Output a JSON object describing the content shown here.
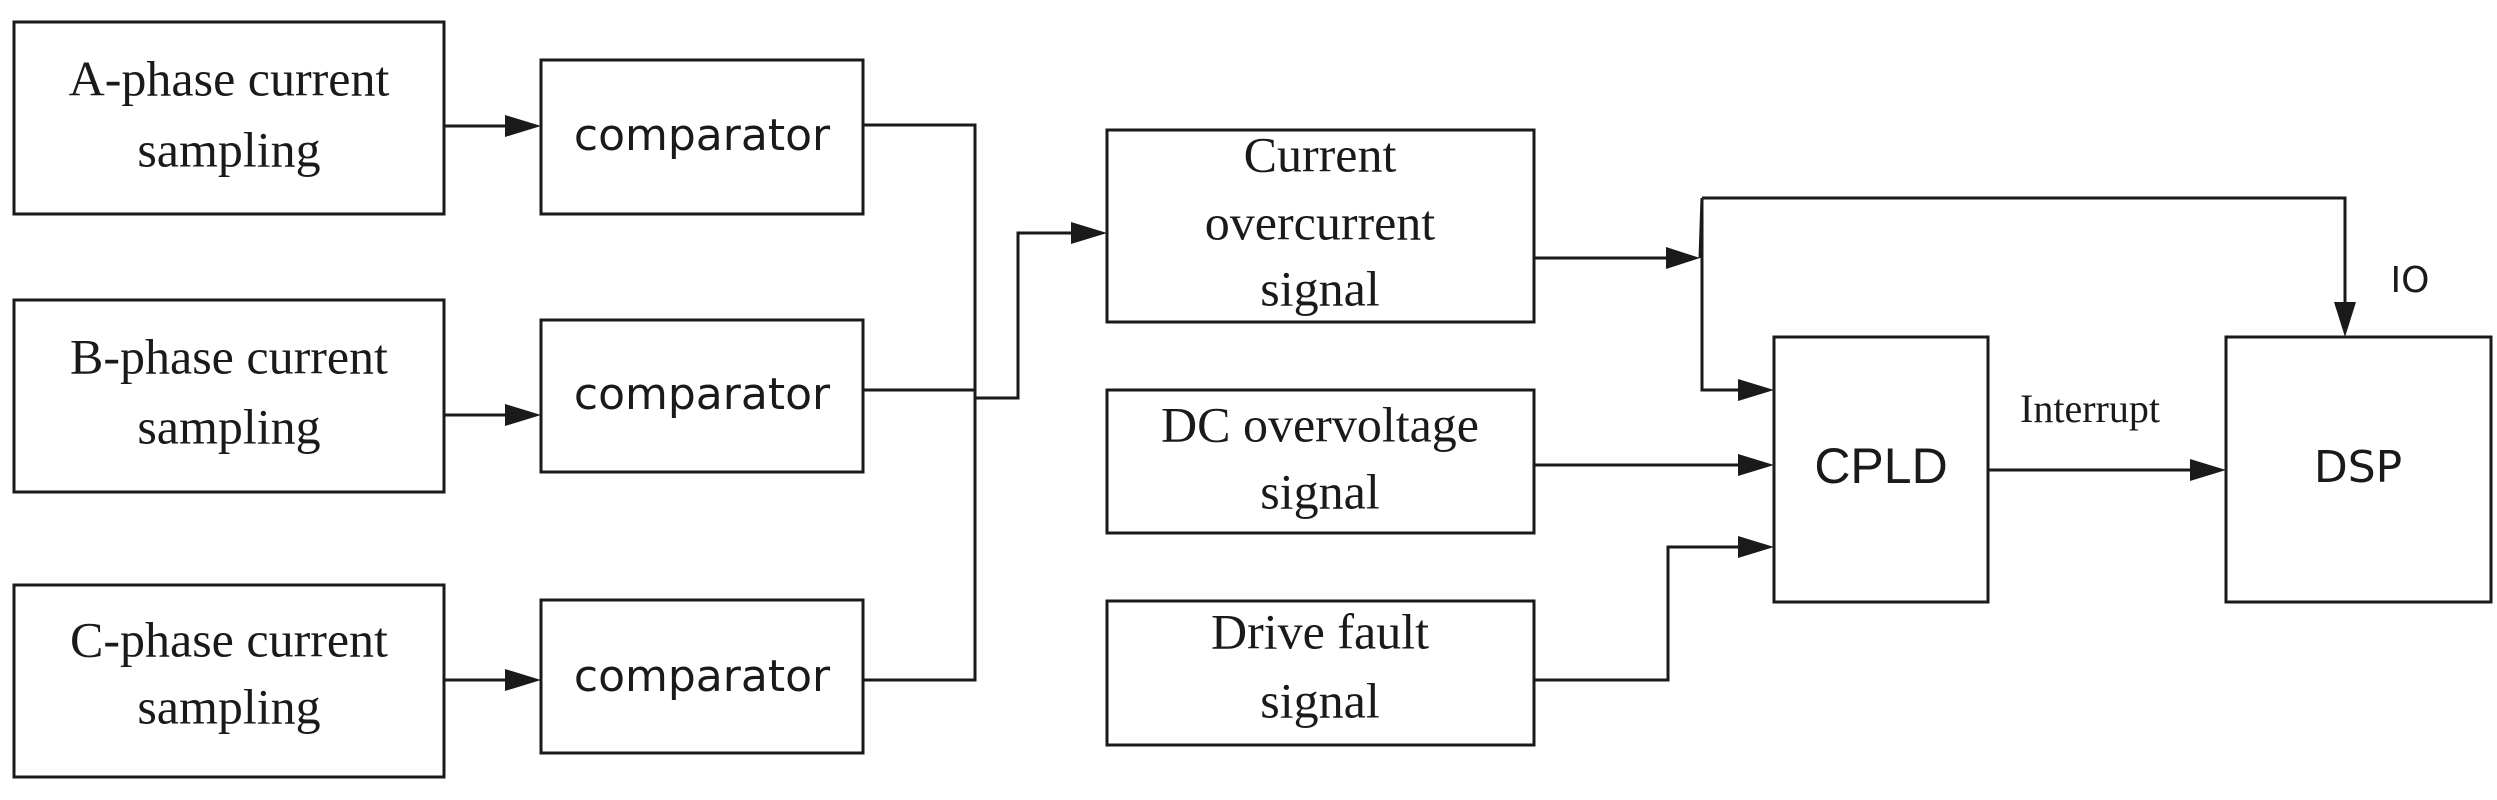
{
  "blocks": {
    "a_phase": {
      "line1": "A-phase current",
      "line2": "sampling"
    },
    "b_phase": {
      "line1": "B-phase current",
      "line2": "sampling"
    },
    "c_phase": {
      "line1": "C-phase current",
      "line2": "sampling"
    },
    "comparator_a": "comparator",
    "comparator_b": "comparator",
    "comparator_c": "comparator",
    "overcurrent": {
      "line1": "Current",
      "line2": "overcurrent",
      "line3": "signal"
    },
    "dc_overvoltage": {
      "line1": "DC overvoltage",
      "line2": "signal"
    },
    "drive_fault": {
      "line1": "Drive fault",
      "line2": "signal"
    },
    "cpld": "CPLD",
    "dsp": "DSP"
  },
  "edge_labels": {
    "interrupt": "Interrupt",
    "io": "IO"
  }
}
